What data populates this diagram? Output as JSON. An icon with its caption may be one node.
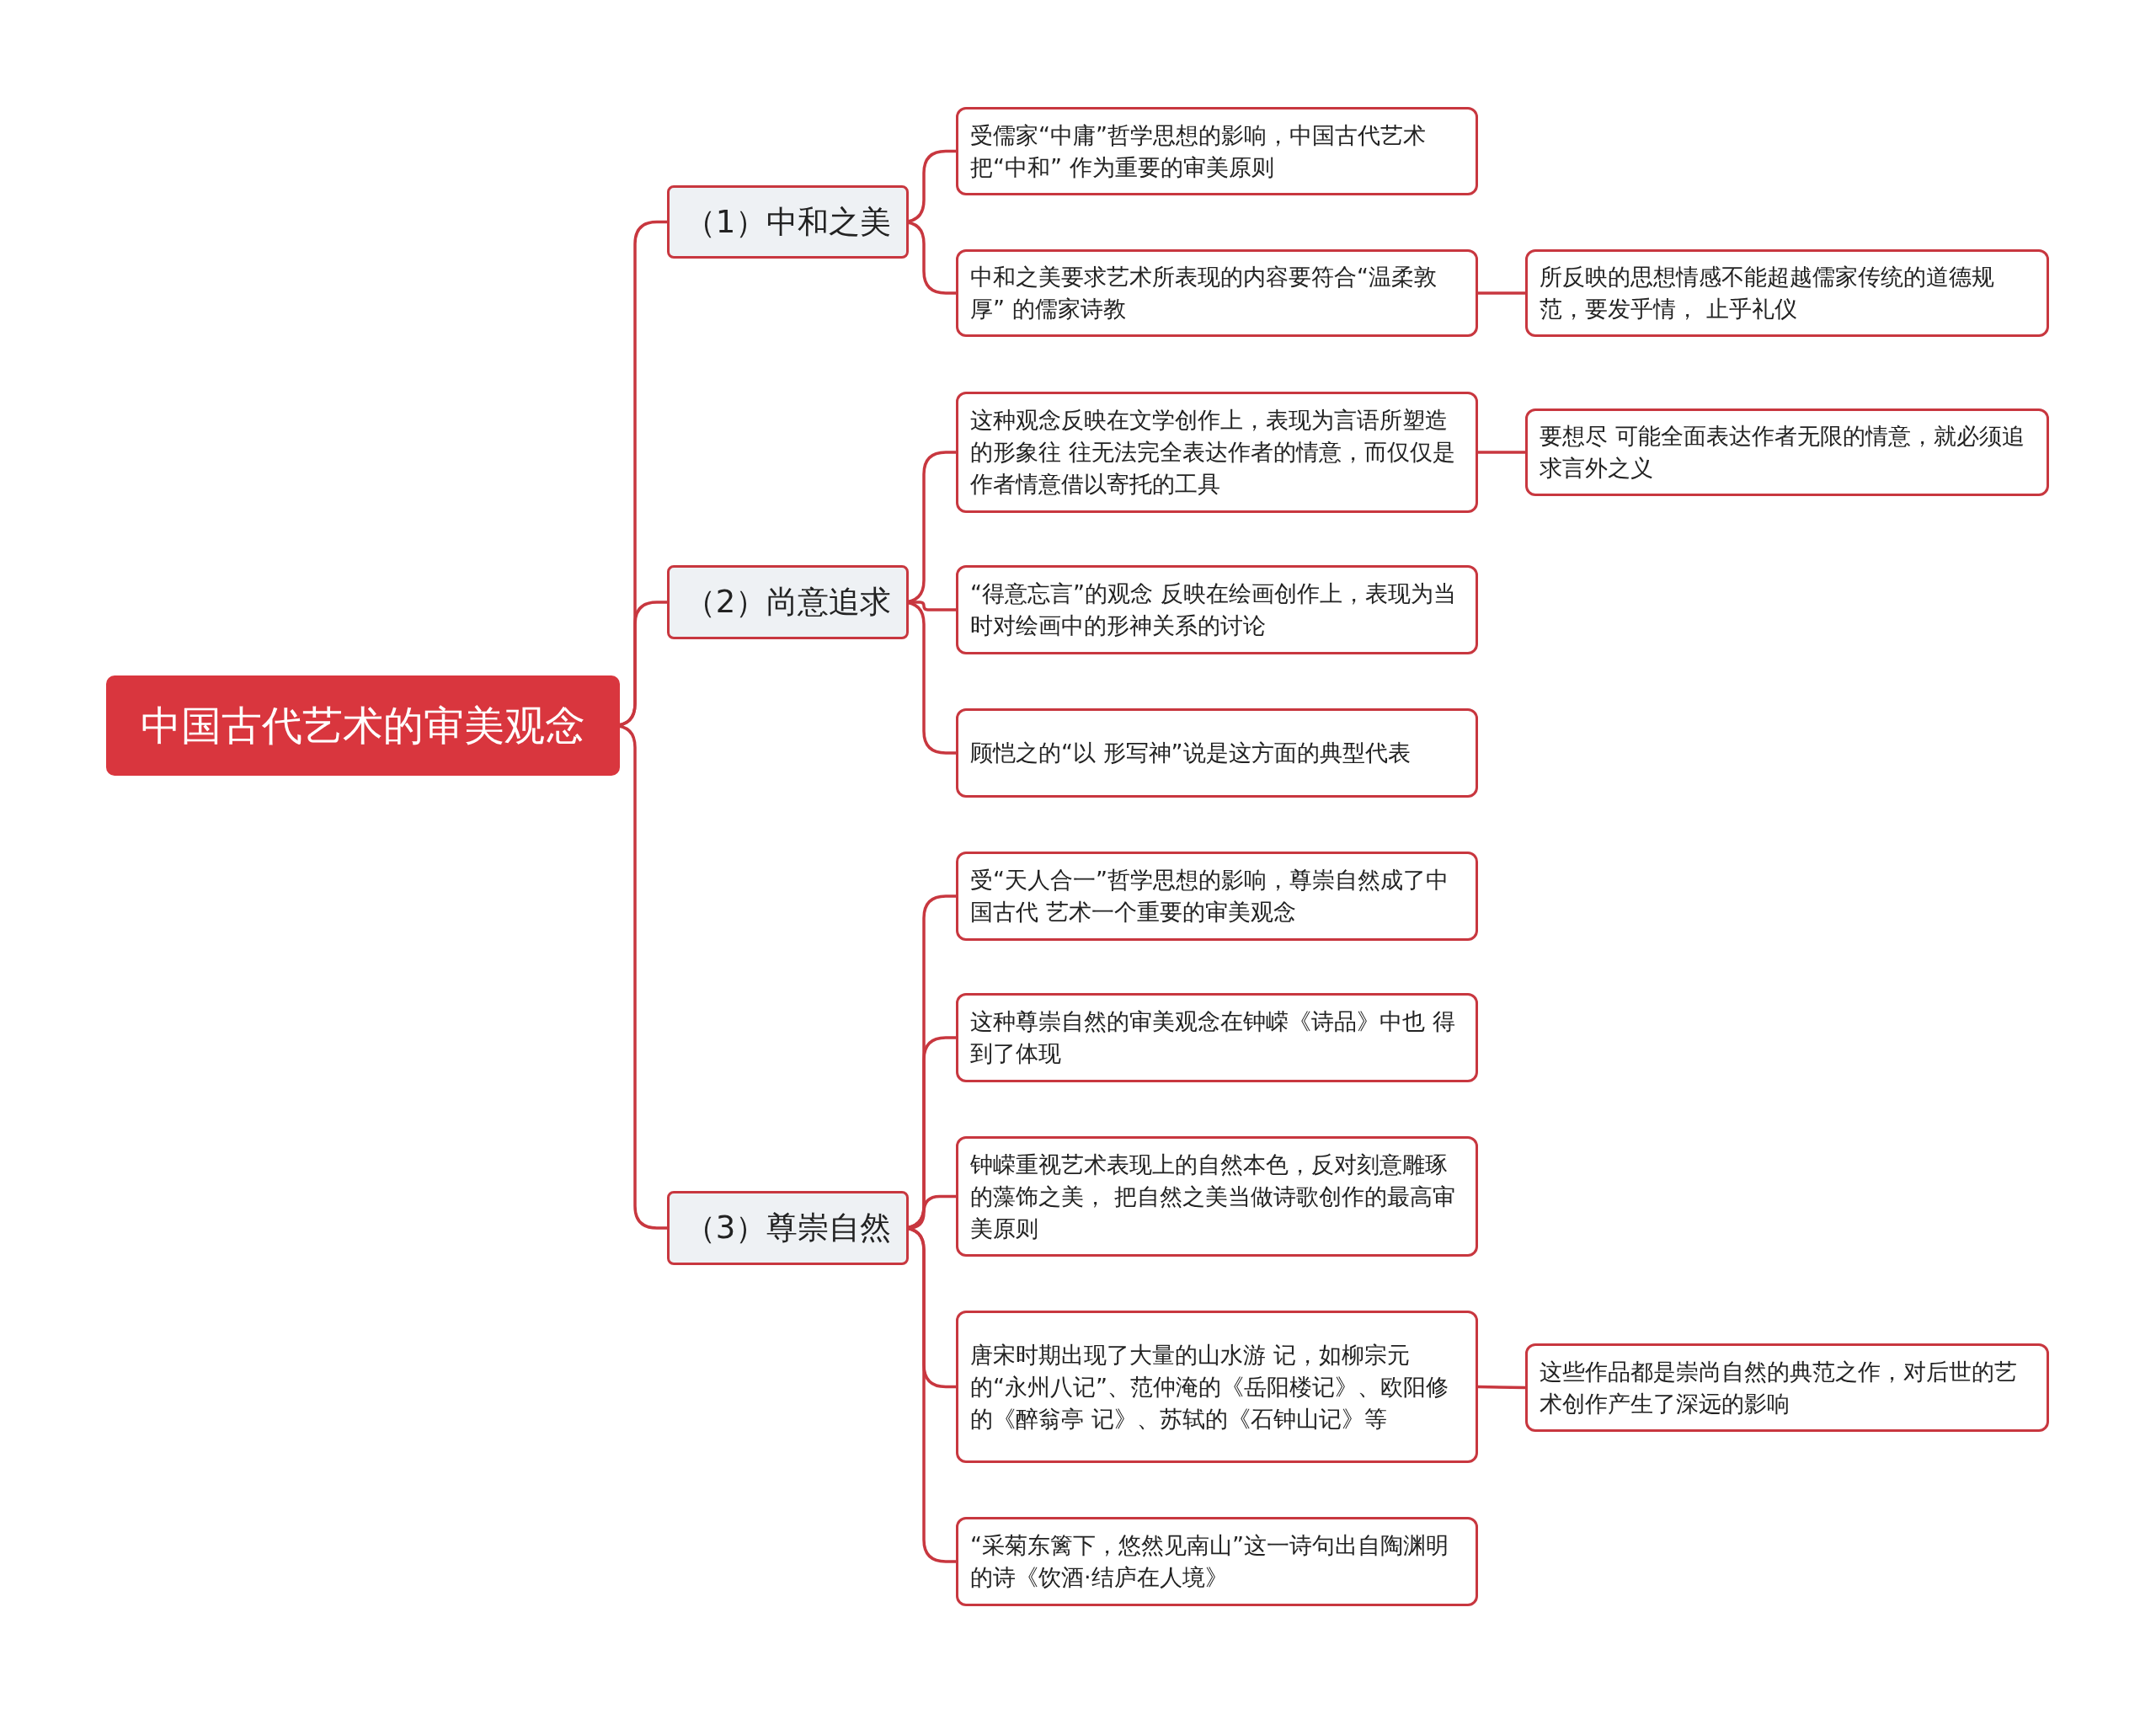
{
  "diagram": {
    "nodes": [
      {
        "text": [
          "中国古代艺术的审美观念"
        ]
      },
      {
        "text": [
          "（1）中和之美"
        ]
      },
      {
        "text": [
          "受儒家“中庸”哲学思想的影响，中国古代艺术把“中和” 作为重要的审美原则"
        ]
      },
      {
        "text": [
          "中和之美要求艺术所表现的内容要符合“温柔敦厚” 的儒家诗教"
        ]
      },
      {
        "text": [
          "所反映的思想情感不能超越儒家传统的道德规范，要发乎情， 止乎礼仪"
        ]
      },
      {
        "text": [
          "（2）尚意追求"
        ]
      },
      {
        "text": [
          "这种观念反映在文学创作上，表现为言语所塑造的形象往 往无法完全表达作者的情意，而仅仅是作者情意借以寄托的工具"
        ]
      },
      {
        "text": [
          "要想尽 可能全面表达作者无限的情意，就必须追求言外之义"
        ]
      },
      {
        "text": [
          "“得意忘言”的观念 反映在绘画创作上，表现为当时对绘画中的形神关系的讨论"
        ]
      },
      {
        "text": [
          "顾恺之的“以 形写神”说是这方面的典型代表"
        ]
      },
      {
        "text": [
          "（3）尊崇自然"
        ]
      },
      {
        "text": [
          "受“天人合一”哲学思想的影响，尊崇自然成了中国古代 艺术一个重要的审美观念"
        ]
      },
      {
        "text": [
          "这种尊崇自然的审美观念在钟嵘《诗品》中也 得到了体现"
        ]
      },
      {
        "text": [
          "钟嵘重视艺术表现上的自然本色，反对刻意雕琢的藻饰之美， 把自然之美当做诗歌创作的最高审美原则"
        ]
      },
      {
        "text": [
          "唐宋时期出现了大量的山水游 记，如柳宗元的“永州八记”、范仲淹的《岳阳楼记》、欧阳修的《醉翁亭 记》、苏轼的《石钟山记》等"
        ]
      },
      {
        "text": [
          "这些作品都是崇尚自然的典范之作，对后世的艺术创作产生了深远的影响"
        ]
      },
      {
        "text": [
          "“采菊东篱下，悠然见南山”这一诗句出自陶渊明的诗《饮酒·结庐在人境》"
        ]
      }
    ],
    "edges": [
      {
        "from": 0,
        "to": 1,
        "arrow": "none"
      },
      {
        "from": 0,
        "to": 5,
        "arrow": "none"
      },
      {
        "from": 0,
        "to": 10,
        "arrow": "none"
      },
      {
        "from": 1,
        "to": 2,
        "arrow": "none"
      },
      {
        "from": 1,
        "to": 3,
        "arrow": "none"
      },
      {
        "from": 3,
        "to": 4,
        "arrow": "none"
      },
      {
        "from": 5,
        "to": 6,
        "arrow": "none"
      },
      {
        "from": 5,
        "to": 8,
        "arrow": "none"
      },
      {
        "from": 5,
        "to": 9,
        "arrow": "none"
      },
      {
        "from": 6,
        "to": 7,
        "arrow": "none"
      },
      {
        "from": 10,
        "to": 11,
        "arrow": "none"
      },
      {
        "from": 10,
        "to": 12,
        "arrow": "none"
      },
      {
        "from": 10,
        "to": 13,
        "arrow": "none"
      },
      {
        "from": 10,
        "to": 14,
        "arrow": "none"
      },
      {
        "from": 10,
        "to": 16,
        "arrow": "none"
      },
      {
        "from": 14,
        "to": 15,
        "arrow": "none"
      }
    ]
  }
}
